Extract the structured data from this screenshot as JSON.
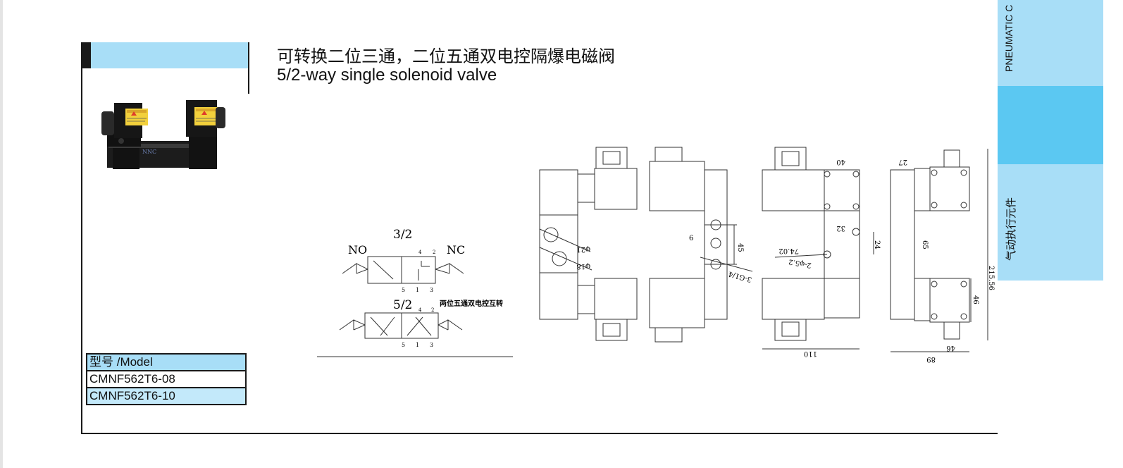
{
  "header": {
    "title_zh": "可转换二位三通，二位五通双电控隔爆电磁阀",
    "title_en": "5/2-way  single solenoid valve"
  },
  "side_tab": {
    "label_en": "PNEUMATIC C",
    "label_zh": "气动执行元件"
  },
  "model_table": {
    "header": "型号 /Model",
    "rows": [
      "CMNF562T6-08",
      "CMNF562T6-10"
    ]
  },
  "symbols": {
    "label_32": "3/2",
    "label_no": "NO",
    "label_nc": "NC",
    "label_52": "5/2",
    "caption_zh": "两位五通双电控互转",
    "port_4": "4",
    "port_2": "2",
    "port_5": "5",
    "port_1": "1",
    "port_3": "3"
  },
  "dimensions": {
    "d_phi21": "φ21",
    "d_phi18": "φ18",
    "d_6": "6",
    "d_45": "45",
    "d_thread": "3-G1/4",
    "d_40": "40",
    "d_32": "32",
    "d_24": "24",
    "d_7402": "74.02",
    "d_2phi52": "2-φ5.2",
    "d_110": "110",
    "d_27": "27",
    "d_65": "65",
    "d_46a": "46",
    "d_46b": "46",
    "d_89": "89",
    "d_21556": "215.56"
  }
}
